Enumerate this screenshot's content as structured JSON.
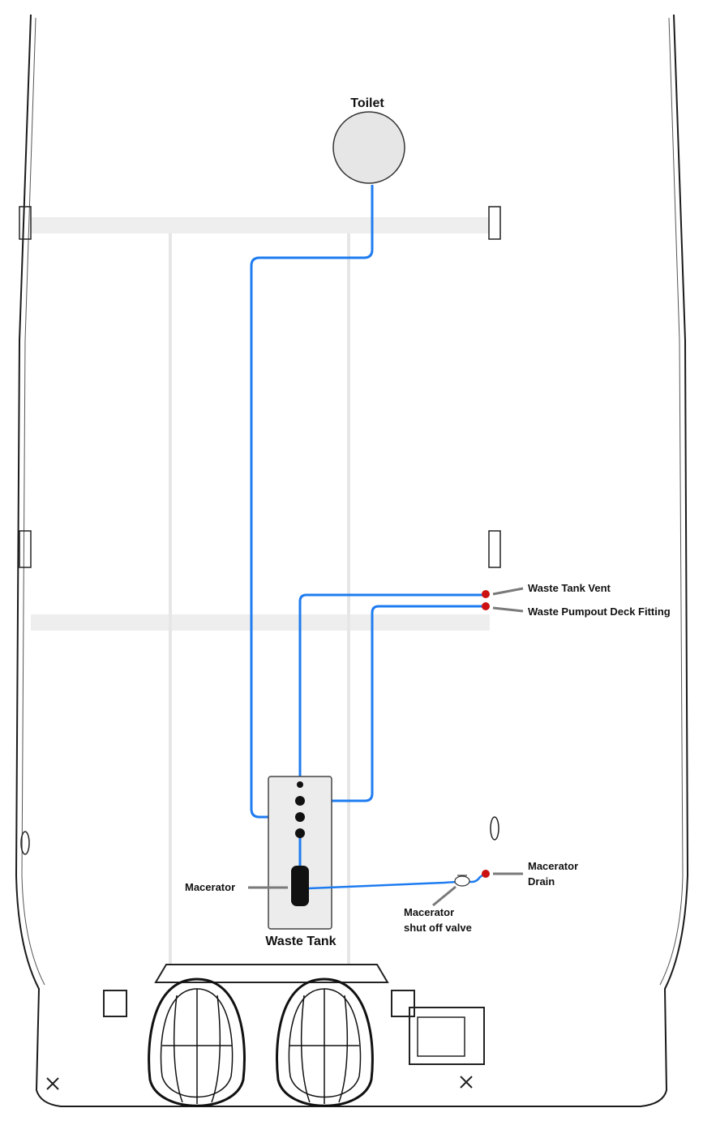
{
  "labels": {
    "toilet": "Toilet",
    "waste_tank": "Waste Tank",
    "macerator": "Macerator",
    "waste_tank_vent": "Waste Tank Vent",
    "pumpout_fitting": "Waste Pumpout Deck Fitting",
    "macerator_drain_line1": "Macerator",
    "macerator_drain_line2": "Drain",
    "shutoff_line1": "Macerator",
    "shutoff_line2": "shut off valve"
  },
  "colors": {
    "hose": "#1e7cf0",
    "through_hull": "#cc1111",
    "hull_outline": "#1a1a1a",
    "tank_fill": "#ececec",
    "toilet_fill": "#e6e6e6",
    "deck_band": "#eeeeee",
    "leader_line": "#7a7a7a"
  }
}
